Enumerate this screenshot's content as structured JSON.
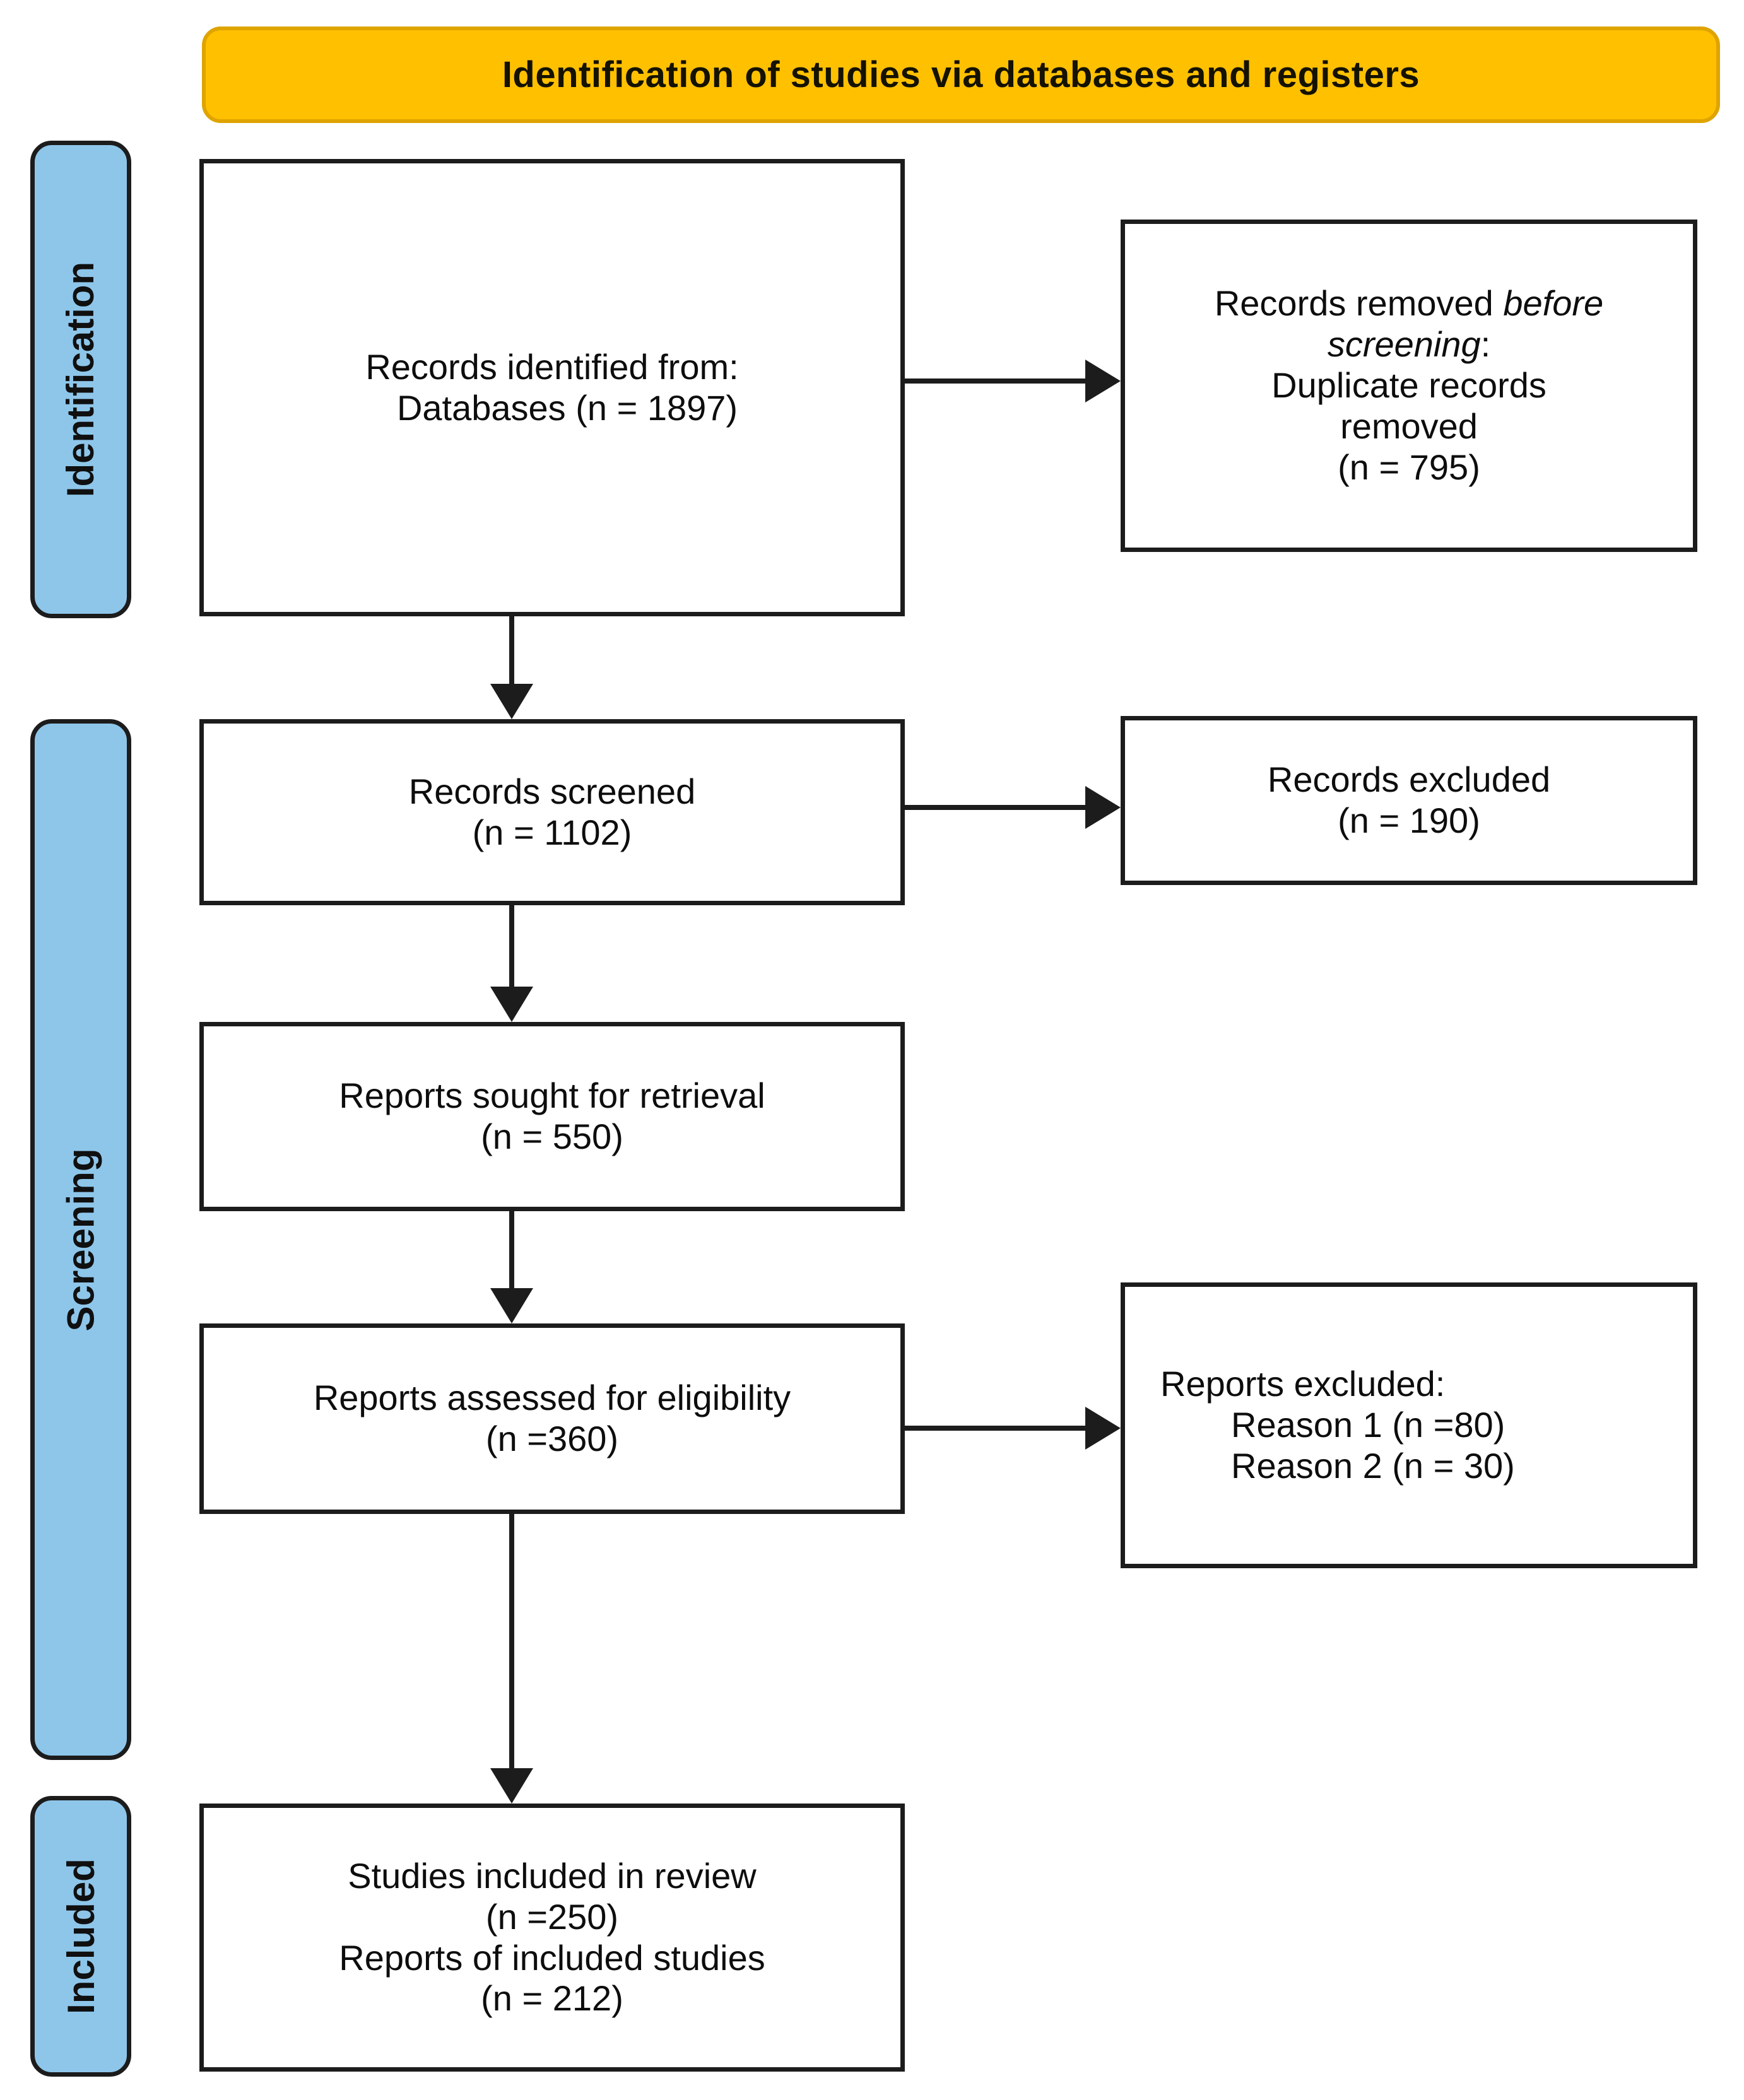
{
  "banner": {
    "title": "Identification of studies via databases and registers"
  },
  "stages": {
    "identification": "Identification",
    "screening": "Screening",
    "included": "Included"
  },
  "boxes": {
    "records_identified": {
      "line1": "Records identified from:",
      "line2": "Databases (n = 1897)"
    },
    "records_removed": {
      "l1a": "Records removed ",
      "l1b_italic": "before",
      "l2a_italic": "screening",
      "l2b": ":",
      "l3": "Duplicate records",
      "l4": "removed",
      "l5": "(n = 795)"
    },
    "records_screened": {
      "line1": "Records screened",
      "line2": "(n = 1102)"
    },
    "records_excluded": {
      "line1": "Records excluded",
      "line2": "(n = 190)"
    },
    "reports_sought": {
      "line1": "Reports sought for retrieval",
      "line2": "(n = 550)"
    },
    "reports_assessed": {
      "line1": "Reports assessed for eligibility",
      "line2": "(n =360)"
    },
    "reports_excluded": {
      "line1": "Reports excluded:",
      "line2": "Reason 1 (n =80)",
      "line3": "Reason 2 (n = 30)"
    },
    "studies_included": {
      "line1": "Studies included in review",
      "line2": "(n =250)",
      "line3": "Reports of included studies",
      "line4": "(n = 212)"
    }
  },
  "colors": {
    "banner_bg": "#FFC000",
    "banner_border": "#DFA400",
    "stage_bg": "#8EC6EA",
    "line": "#1C1C1C"
  }
}
